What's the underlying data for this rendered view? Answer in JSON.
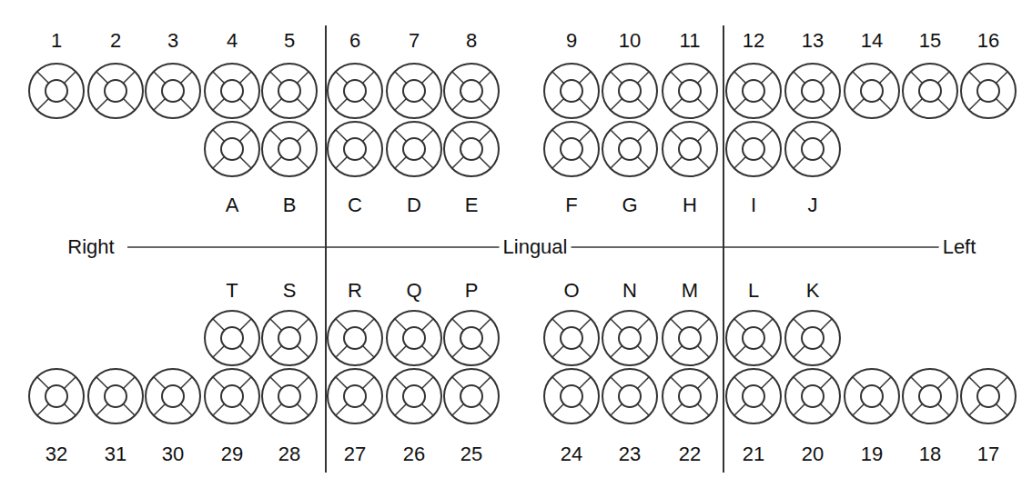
{
  "diagram": {
    "labels": [
      "1",
      "2",
      "3",
      "4",
      "5",
      "6",
      "7",
      "8",
      "9",
      "10",
      "11",
      "12",
      "13",
      "14",
      "15",
      "16",
      "A",
      "B",
      "C",
      "D",
      "E",
      "F",
      "G",
      "H",
      "I",
      "J",
      "Right",
      "Lingual",
      "Left",
      "T",
      "S",
      "R",
      "Q",
      "P",
      "O",
      "N",
      "M",
      "L",
      "K",
      "32",
      "31",
      "30",
      "29",
      "28",
      "27",
      "26",
      "25",
      "24",
      "23",
      "22",
      "21",
      "20",
      "19",
      "18",
      "17"
    ]
  }
}
